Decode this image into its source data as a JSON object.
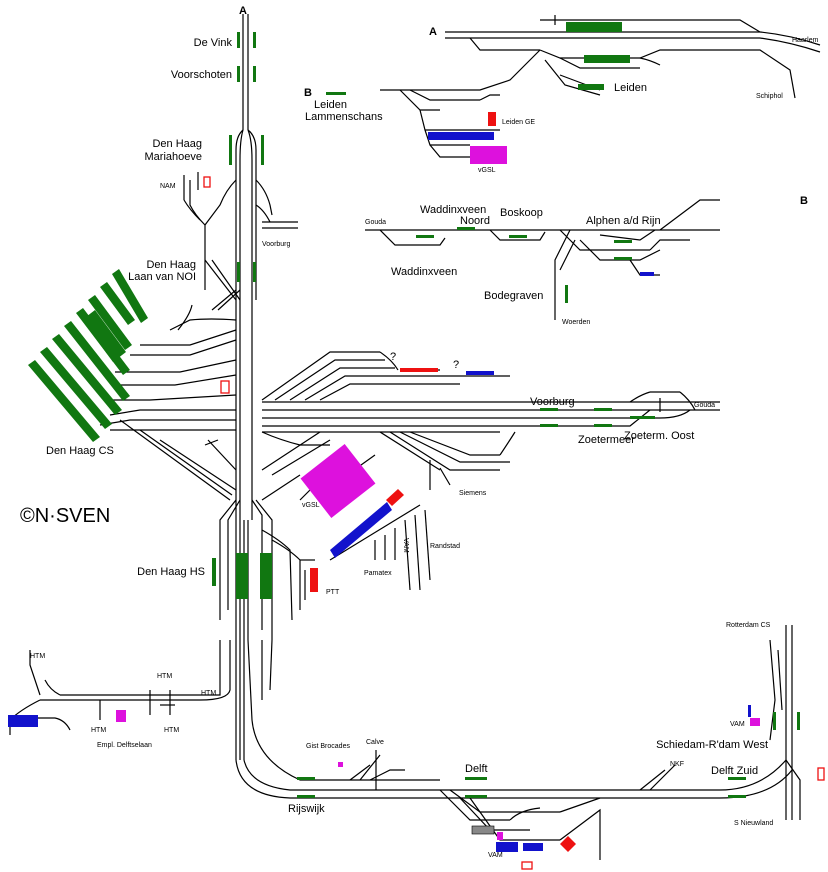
{
  "colors": {
    "track": "#000000",
    "platform": "#117711",
    "yard_blue": "#1212cc",
    "yard_red": "#ee1111",
    "yard_magenta": "#dd11dd",
    "background": "#ffffff"
  },
  "markers": {
    "a_top": "A",
    "a_right": "A",
    "b_left": "B",
    "b_right": "B",
    "q1": "?",
    "q2": "?"
  },
  "stations": {
    "de_vink": "De Vink",
    "voorschoten": "Voorschoten",
    "mariahoeve": [
      "Den Haag",
      "Mariahoeve"
    ],
    "laan_van_noi": [
      "Den Haag",
      "Laan van NOI"
    ],
    "den_haag_cs": "Den Haag CS",
    "den_haag_hs": "Den Haag HS",
    "rijswijk": "Rijswijk",
    "delft": "Delft",
    "delft_zuid": "Delft Zuid",
    "schiedam": "Schiedam-R'dam West",
    "voorburg": "Voorburg",
    "zoetermeer": "Zoetermeer",
    "zoeterm_oost": "Zoeterm. Oost",
    "leiden": "Leiden",
    "leiden_lammenschans": [
      "Leiden",
      "Lammenschans"
    ],
    "waddinxveen_noord": [
      "Waddinxveen",
      "Noord"
    ],
    "boskoop": "Boskoop",
    "alphen": "Alphen a/d Rijn",
    "waddinxveen": "Waddinxveen",
    "bodegraven": "Bodegraven"
  },
  "small_labels": {
    "nam": "NAM",
    "voorburg_dir": "Voorburg",
    "haarlem": "Haarlem",
    "schiphol": "Schiphol",
    "leiden_ge": "Leiden GE",
    "vgsl_leiden": "vGSL",
    "gouda_left": "Gouda",
    "gouda_right": "Gouda",
    "woerden": "Woerden",
    "vgsl_main": "vGSL",
    "siemens": "Siemens",
    "ptt": "PTT",
    "pamatex": "Pamatex",
    "vam_vertical": "VAM",
    "randstad": "Randstad",
    "htm_1": "HTM",
    "htm_2": "HTM",
    "htm_3": "HTM",
    "htm_4": "HTM",
    "htm_5": "HTM",
    "empl_delftselaan": "Empl. Delftselaan",
    "gist_brocades": "Gist Brocades",
    "calve": "Calve",
    "nkf": "NKF",
    "vam_delft": "VAM",
    "rotterdam_cs": "Rotterdam CS",
    "vam_schiedam": "VAM",
    "s_nieuwland": "S Nieuwland"
  },
  "signature": "©N·SVEN"
}
